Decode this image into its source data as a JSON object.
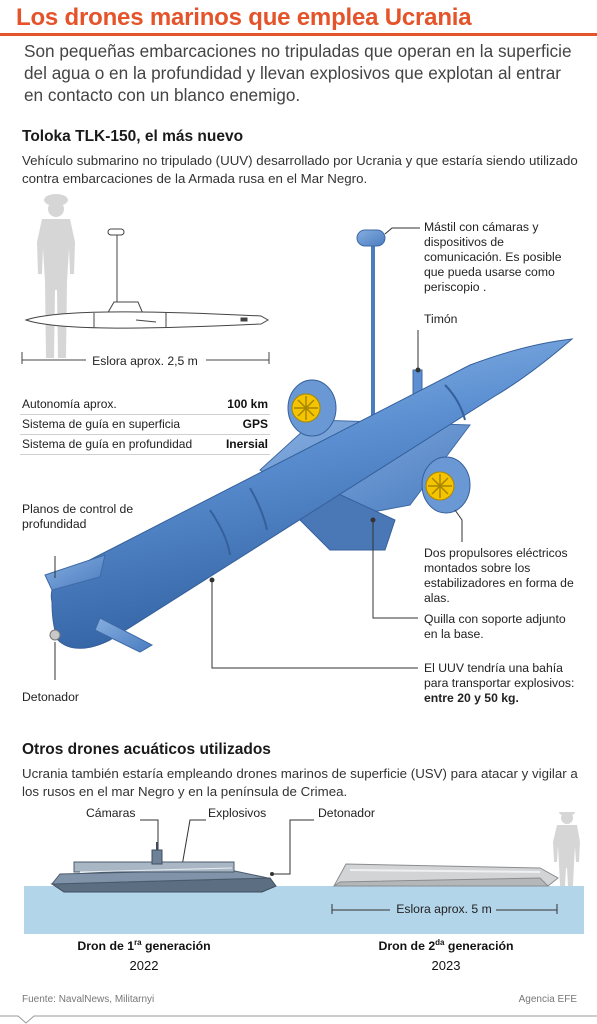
{
  "header": {
    "title": "Los drones marinos que emplea Ucrania",
    "intro": "Son pequeñas embarcaciones no tripuladas que operan en la superficie del agua o en la profundidad y llevan explosivos que explotan al entrar en contacto con un blanco enemigo."
  },
  "toloka": {
    "title": "Toloka TLK-150, el más nuevo",
    "description": "Vehículo submarino no tripulado (UUV) desarrollado por Ucrania y que estaría siendo utilizado contra embarcaciones de la Armada rusa en el Mar Negro.",
    "length_label": "Eslora aprox. 2,5 m",
    "specs": [
      {
        "key": "Autonomía aprox.",
        "value": "100 km"
      },
      {
        "key": "Sistema de guía en superficia",
        "value": "GPS"
      },
      {
        "key": "Sistema de guía en profundidad",
        "value": "Inersial"
      }
    ],
    "annotations": {
      "mast": "Mástil con cámaras y dispositivos de comunicación. Es posible que pueda usarse como periscopio .",
      "rudder": "Timón",
      "depth_planes": "Planos de control de profundidad",
      "propulsors": "Dos propulsores eléctricos montados sobre los estabilizadores en forma de alas.",
      "keel": "Quilla con soporte adjunto en la base.",
      "bay_text": "El UUV tendría una bahía para transportar explosivos:",
      "bay_bold": "entre 20 y 50 kg.",
      "detonator": "Detonador"
    }
  },
  "others": {
    "title": "Otros drones acuáticos utilizados",
    "description": "Ucrania también estaría empleando drones marinos de superficie (USV) para atacar y vigilar a los rusos en el mar Negro y en la península de Crimea.",
    "labels": {
      "cameras": "Cámaras",
      "explosives": "Explosivos",
      "detonator": "Detonador"
    },
    "length_label": "Eslora aprox. 5 m",
    "gen1": {
      "name": "Dron de 1",
      "sup": "ra",
      "suffix": " generación",
      "year": "2022"
    },
    "gen2": {
      "name": "Dron de 2",
      "sup": "da",
      "suffix": " generación",
      "year": "2023"
    }
  },
  "footer": {
    "source": "Fuente: NavalNews, Militarnyi",
    "agency": "Agencia EFE"
  },
  "colors": {
    "accent": "#e4532a",
    "drone_blue": "#5b8fd1",
    "water": "#b3d5ea",
    "propeller": "#f5c400"
  }
}
